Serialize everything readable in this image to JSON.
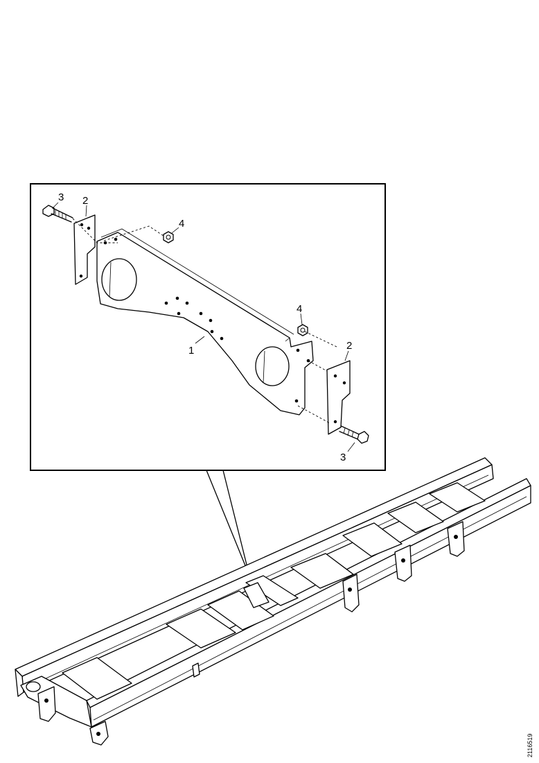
{
  "callouts": {
    "c1": "1",
    "c2a": "2",
    "c2b": "2",
    "c3a": "3",
    "c3b": "3",
    "c4a": "4",
    "c4b": "4"
  },
  "reference_code": "2116519"
}
